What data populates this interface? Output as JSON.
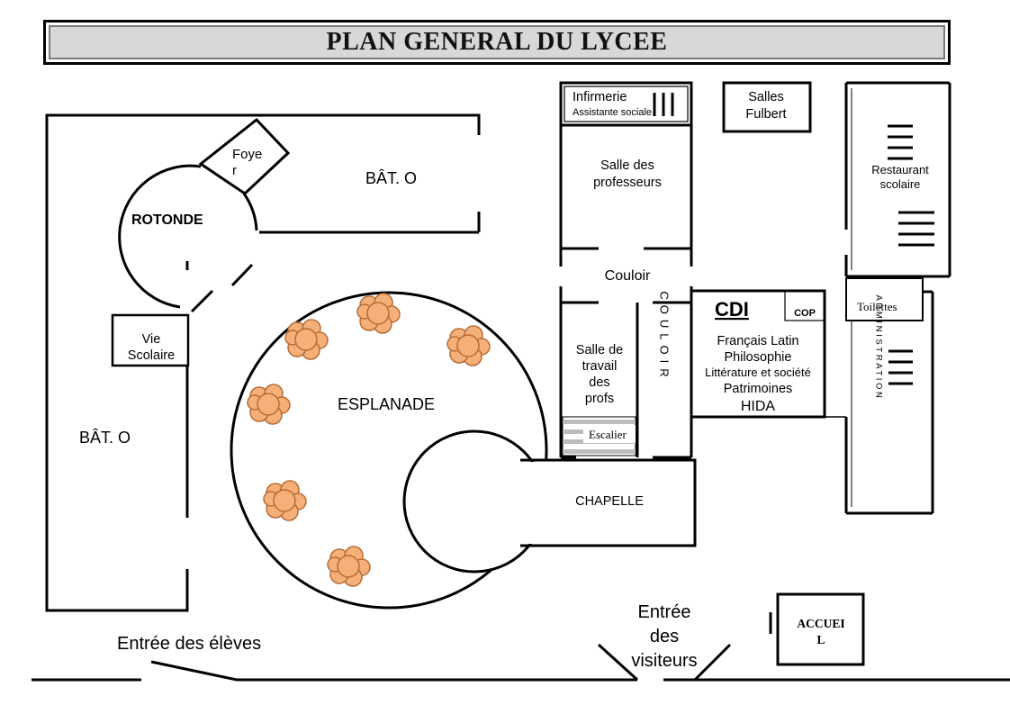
{
  "title": "PLAN GENERAL DU LYCEE",
  "labels": {
    "foyer": [
      "Foye",
      "r"
    ],
    "bat_o_top": "BÂT. O",
    "bat_o_left": "BÂT. O",
    "rotonde": "ROTONDE",
    "vie_scolaire": [
      "Vie",
      "Scolaire"
    ],
    "esplanade": "ESPLANADE",
    "infirmerie": "Infirmerie",
    "assistante_sociale": "Assistante sociale",
    "salles_fulbert": [
      "Salles",
      "Fulbert"
    ],
    "salle_professeurs": [
      "Salle des",
      "professeurs"
    ],
    "couloir_h": "Couloir",
    "salle_travail": [
      "Salle de",
      "travail",
      "des",
      "profs"
    ],
    "couloir_v": "COULOIR",
    "escalier": "Escalier",
    "cdi": "CDI",
    "cop": "COP",
    "cdi_subjects": [
      "Français Latin",
      "Philosophie",
      "Littérature et société",
      "Patrimoines",
      "HIDA"
    ],
    "restaurant_scolaire": [
      "Restaurant",
      "scolaire"
    ],
    "toilettes": "Toilettes",
    "administration": "ADMINISTRATION",
    "chapelle": "CHAPELLE",
    "accueil": [
      "ACCUEI",
      "L"
    ],
    "entree_eleves": "Entrée des élèves",
    "entree_visiteurs": [
      "Entrée",
      "des",
      "visiteurs"
    ]
  },
  "colors": {
    "tree_fill": "#f5b07a",
    "tree_stroke": "#b86b35",
    "stair_shade": "#bdbdbd",
    "title_bg": "#d8d8d8"
  }
}
